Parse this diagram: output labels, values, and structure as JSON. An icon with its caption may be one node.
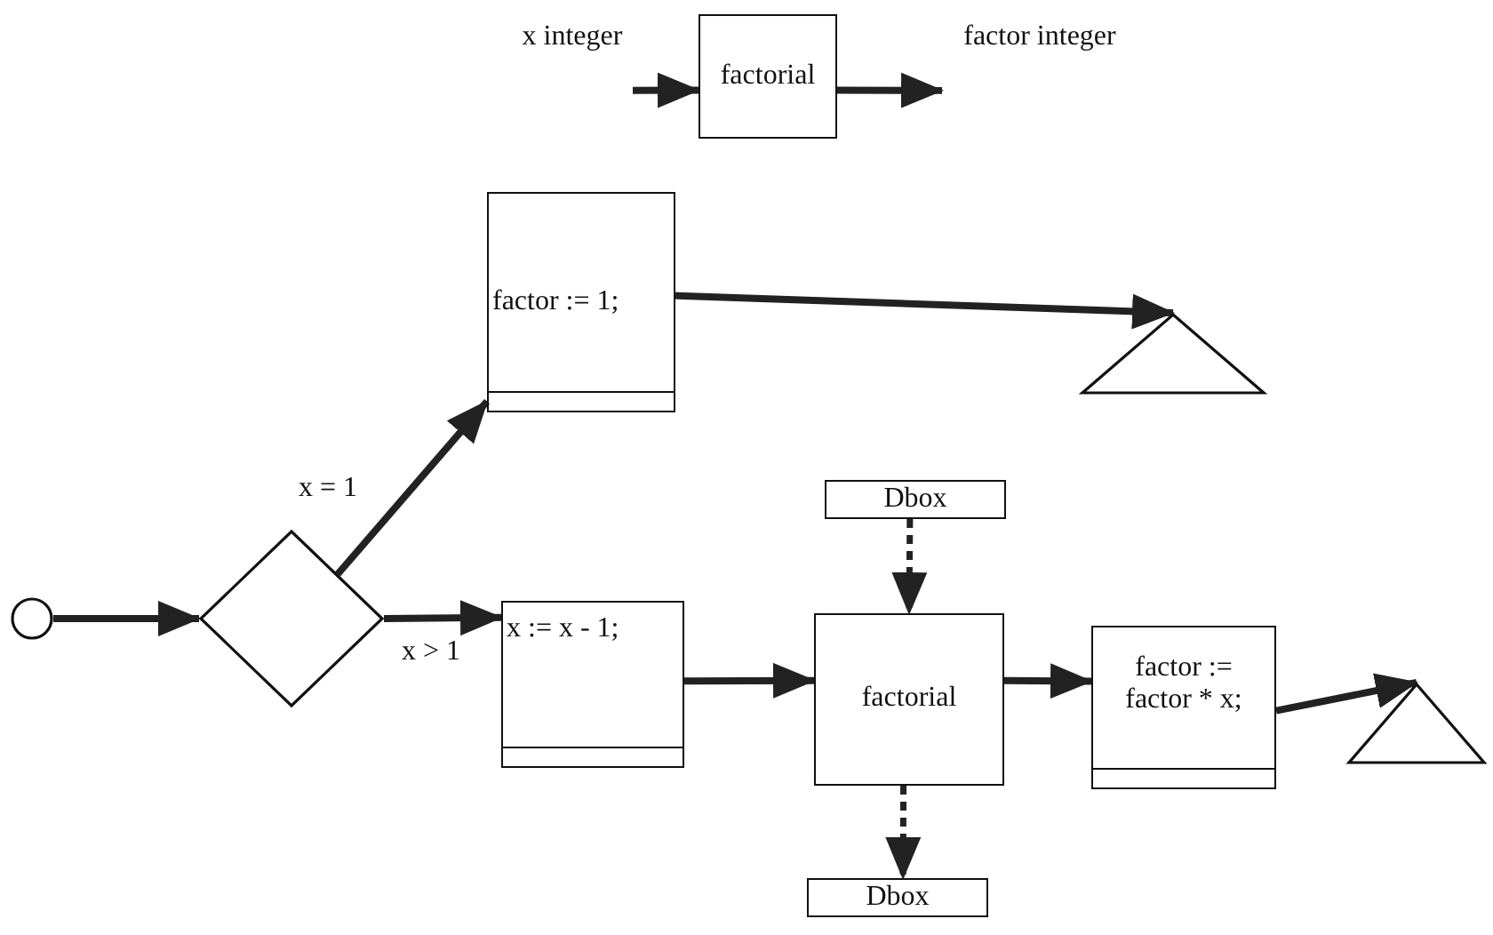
{
  "diagram": {
    "nodes": [
      {
        "text": [
          "x integer"
        ]
      },
      {
        "text": [
          "factorial"
        ]
      },
      {
        "text": [
          "factor integer"
        ]
      },
      {
        "text": [],
        "shape": "circle"
      },
      {
        "text": [],
        "shape": "diamond"
      },
      {
        "text": [
          "factor := 1;"
        ]
      },
      {
        "text": [],
        "shape": "triangle"
      },
      {
        "text": [
          "x := x - 1;"
        ]
      },
      {
        "text": [
          "Dbox"
        ]
      },
      {
        "text": [
          "factorial"
        ]
      },
      {
        "text": [
          "Dbox"
        ]
      },
      {
        "text": [
          "factor := factor * x;"
        ]
      },
      {
        "text": [],
        "shape": "triangle"
      }
    ],
    "edges": [
      {
        "from": 0,
        "to": 1,
        "arrow": "to"
      },
      {
        "from": 1,
        "to": 2,
        "arrow": "to"
      },
      {
        "from": 3,
        "to": 4,
        "arrow": "to"
      },
      {
        "from": 4,
        "to": 5,
        "arrow": "to",
        "label": "x = 1"
      },
      {
        "from": 4,
        "to": 7,
        "arrow": "to",
        "label": "x > 1"
      },
      {
        "from": 5,
        "to": 6,
        "arrow": "to"
      },
      {
        "from": 7,
        "to": 9,
        "arrow": "to"
      },
      {
        "from": 8,
        "to": 9,
        "arrow": "to",
        "style": "dashed"
      },
      {
        "from": 9,
        "to": 10,
        "arrow": "to",
        "style": "dashed"
      },
      {
        "from": 9,
        "to": 11,
        "arrow": "to"
      },
      {
        "from": 11,
        "to": 12,
        "arrow": "to"
      }
    ]
  }
}
